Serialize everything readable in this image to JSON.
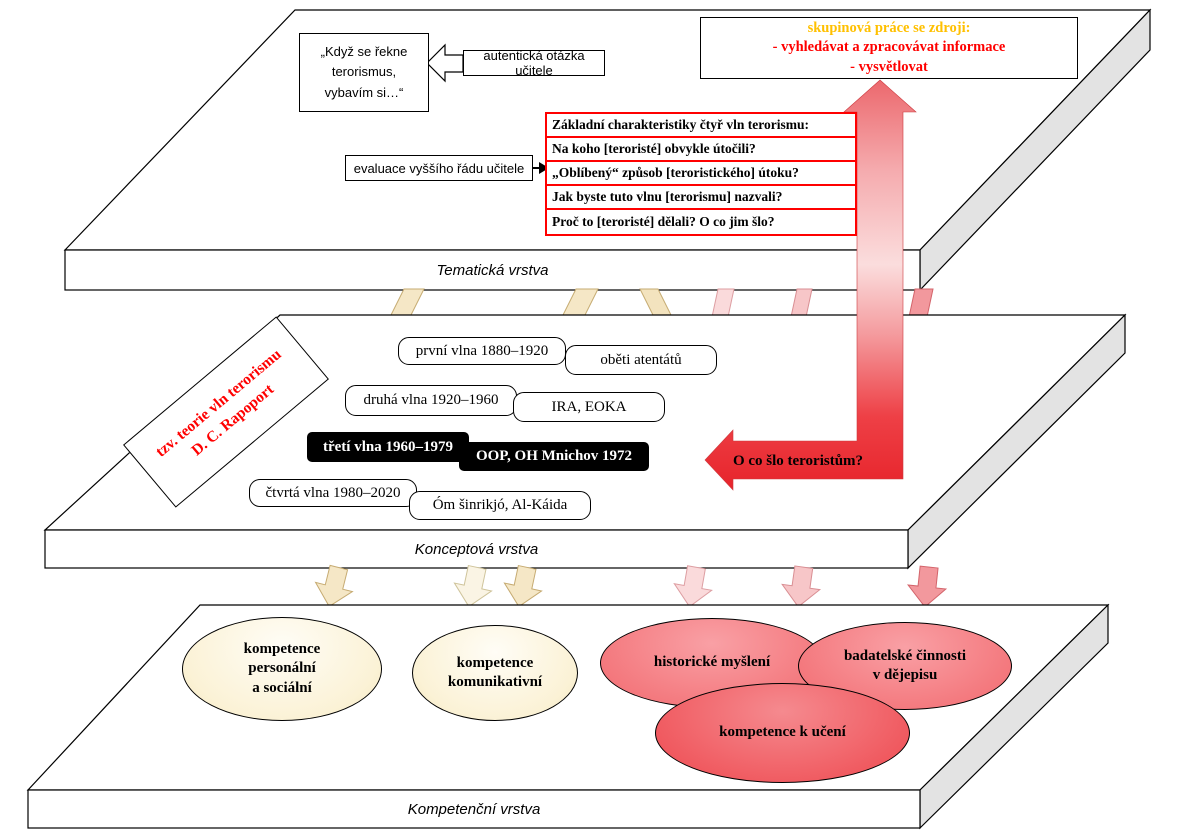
{
  "layers": {
    "thematic_label": "Tematická vrstva",
    "conceptual_label": "Konceptová vrstva",
    "competence_label": "Kompetenční vrstva"
  },
  "thematic": {
    "speech_bubble": "„Když se řekne\nterorismus,\nvybavím si…“",
    "authentic_question_label": "autentická otázka učitele",
    "evaluation_label": "evaluace vyššího řádu učitele",
    "group_work": {
      "title": "skupinová práce se zdroji:",
      "line1": "- vyhledávat a zpracovávat informace",
      "line2": "- vysvětlovat"
    },
    "table_rows": [
      "Základní charakteristiky čtyř vln terorismu:",
      "Na koho [teroristé] obvykle útočili?",
      "„Oblíbený“ způsob [teroristického] útoku?",
      "Jak byste tuto vlnu [terorismu] nazvali?",
      "Proč to [teroristé] dělali? O co jim šlo?"
    ]
  },
  "conceptual": {
    "theory_box": "tzv. teorie vln terorismu\nD. C. Rapoport",
    "waves": [
      {
        "label": "první vlna 1880–1920",
        "example": "oběti atentátů"
      },
      {
        "label": "druhá vlna 1920–1960",
        "example": "IRA, EOKA"
      },
      {
        "label": "třetí vlna 1960–1979",
        "example": "OOP, OH Mnichov 1972"
      },
      {
        "label": "čtvrtá vlna 1980–2020",
        "example": "Óm šinrikjó, Al-Káida"
      }
    ],
    "red_arrow_label": "O co šlo teroristům?"
  },
  "competence": {
    "ellipses": [
      {
        "label": "kompetence\npersonální\na sociální"
      },
      {
        "label": "kompetence\nkomunikativní"
      },
      {
        "label": "historické myšlení"
      },
      {
        "label": "badatelské činnosti\nv dějepisu"
      },
      {
        "label": "kompetence k učení"
      }
    ]
  },
  "colors": {
    "group_work_title": "#ffc000",
    "group_work_text": "#ff0000",
    "table_border": "#ff0000",
    "theory_text": "#ff0000",
    "red_arrow": "#e7242b",
    "tan_arrow": "#f5e7c6",
    "pink_arrow": "#f7c6c8",
    "slab_side": "#e3e3e3"
  }
}
